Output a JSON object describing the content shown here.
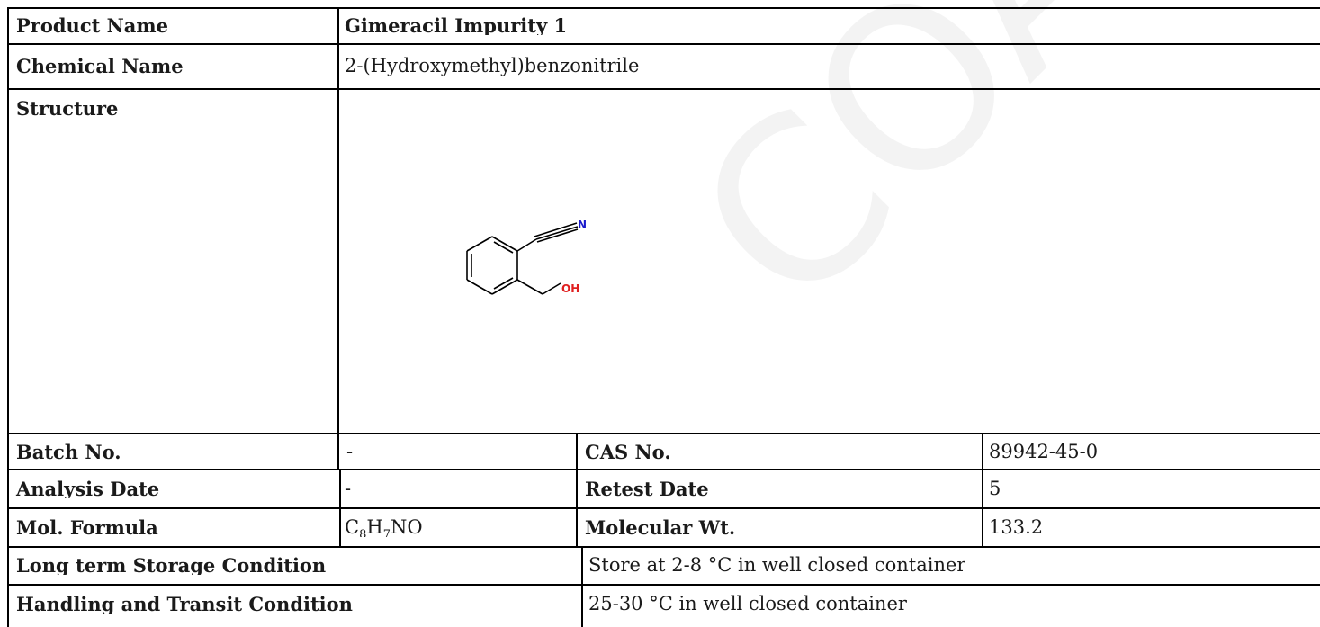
{
  "watermark_text": "COA",
  "product": {
    "label": "Product Name",
    "value": "Gimeracil Impurity 1"
  },
  "chemical": {
    "label": "Chemical Name",
    "value": "2-(Hydroxymethyl)benzonitrile"
  },
  "structure": {
    "label": "Structure",
    "atom_n": "N",
    "atom_oh": "OH",
    "atom_n_color": "#1a1acc",
    "atom_oh_color": "#e02020"
  },
  "batch": {
    "label": "Batch No.",
    "value": "-"
  },
  "cas": {
    "label": "CAS No.",
    "value": "89942-45-0"
  },
  "analysis": {
    "label": "Analysis Date",
    "value": "-"
  },
  "retest": {
    "label": "Retest Date",
    "value": "5"
  },
  "formula": {
    "label": "Mol. Formula",
    "c": "C",
    "c_n": "8",
    "h": "H",
    "h_n": "7",
    "rest": "NO"
  },
  "molwt": {
    "label": "Molecular Wt.",
    "value": "133.2"
  },
  "storage": {
    "label": "Long term Storage Condition",
    "value": "Store at 2-8 °C in well closed container"
  },
  "handling": {
    "label": "Handling and Transit Condition",
    "value": "25-30 °C in well closed container"
  }
}
